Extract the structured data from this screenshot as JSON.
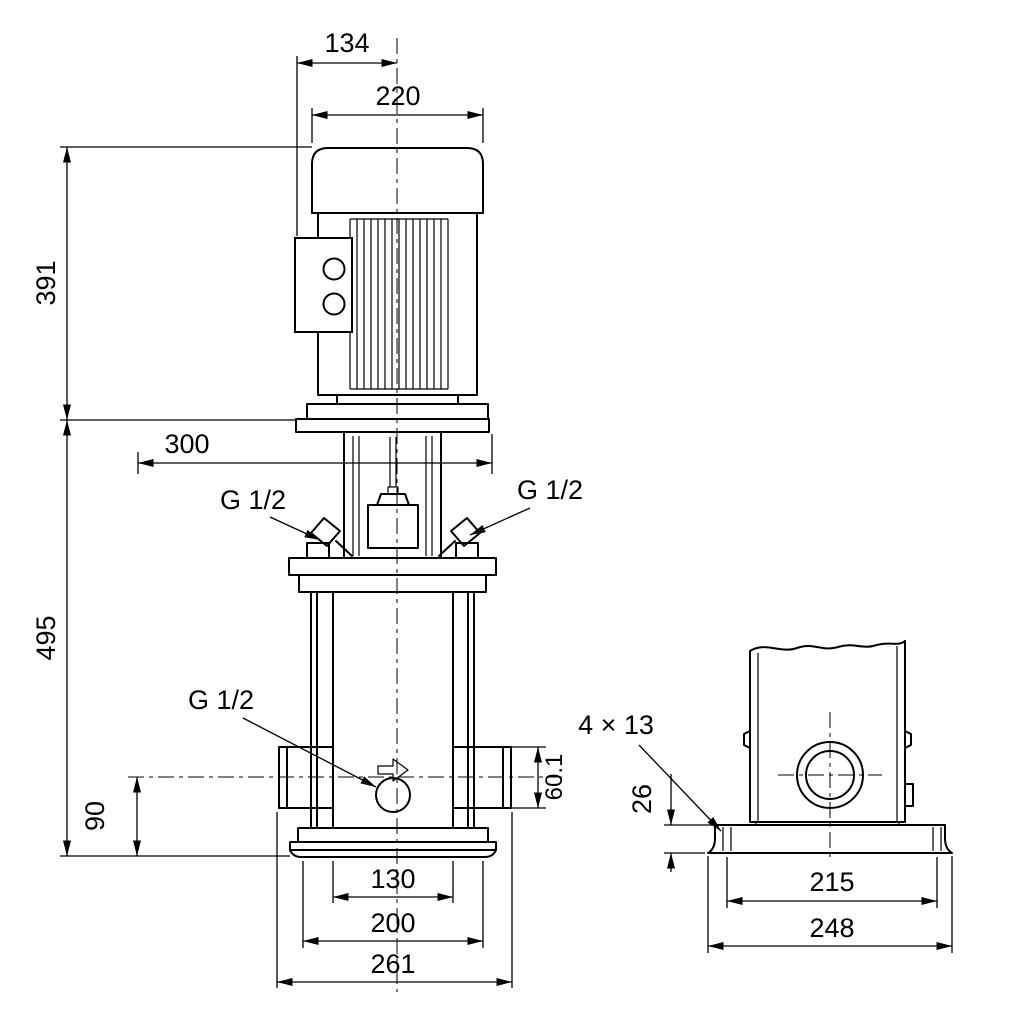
{
  "colors": {
    "ink": "#000000",
    "paper": "#ffffff"
  },
  "front_view": {
    "dim_134": "134",
    "dim_220": "220",
    "dim_391": "391",
    "dim_300": "300",
    "dim_495": "495",
    "dim_90": "90",
    "dim_60_1": "60.1",
    "dim_130": "130",
    "dim_200": "200",
    "dim_261": "261",
    "plug_top_left": "G 1/2",
    "plug_top_right": "G 1/2",
    "plug_drain": "G 1/2"
  },
  "side_view": {
    "bolt_holes": "4 × 13",
    "dim_26": "26",
    "dim_215": "215",
    "dim_248": "248"
  }
}
